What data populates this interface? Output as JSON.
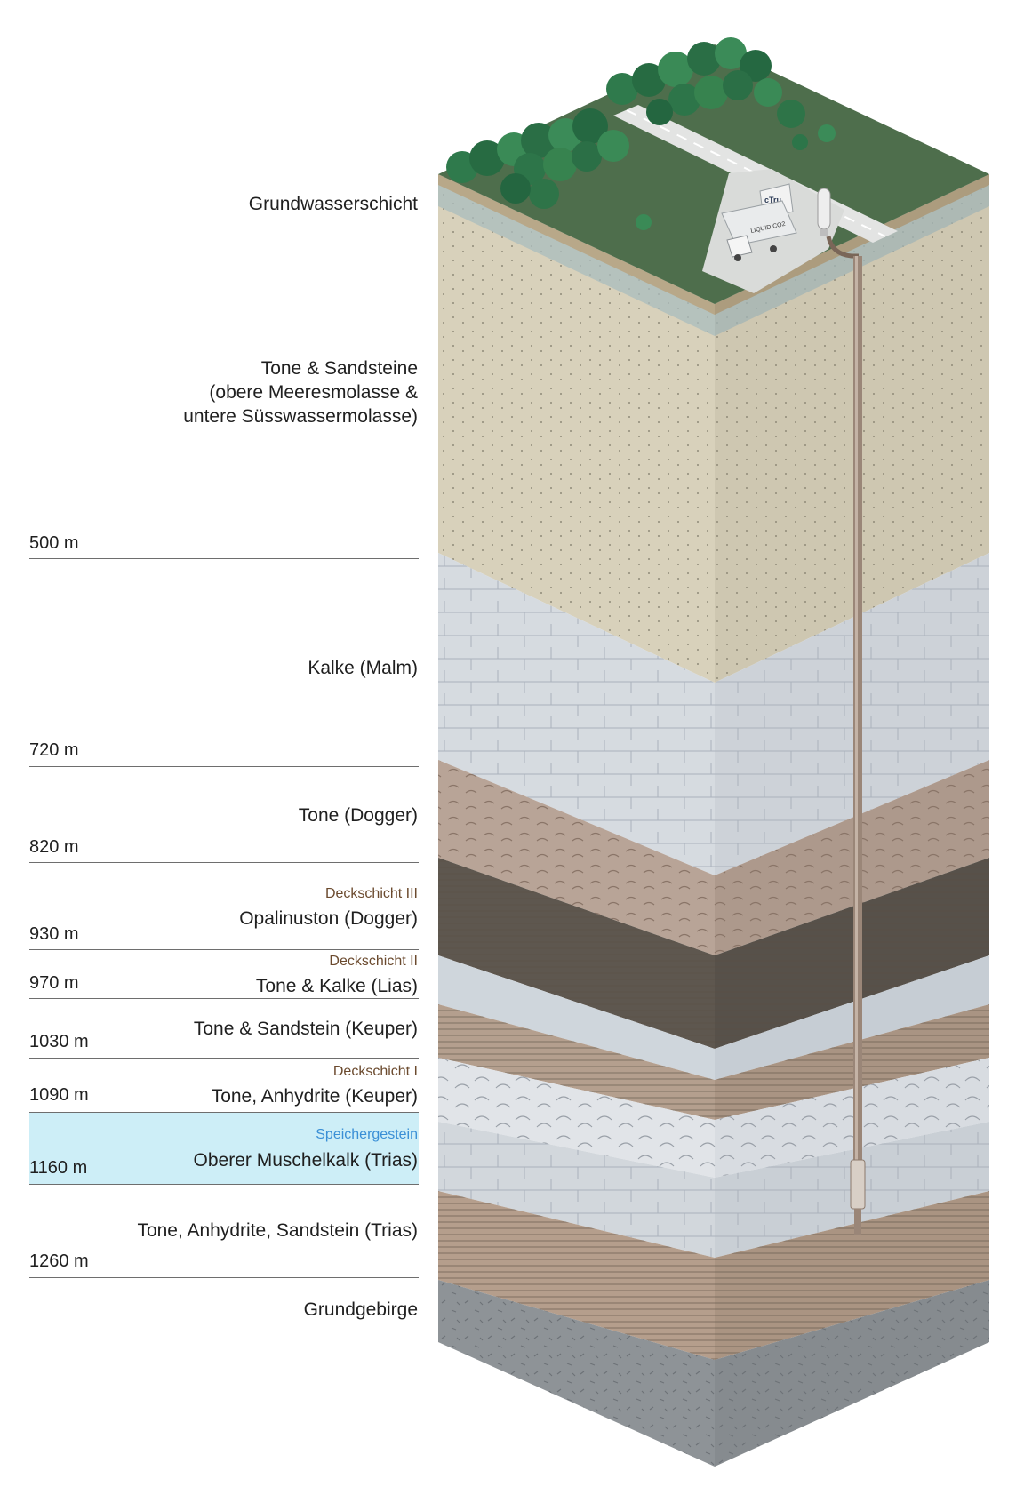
{
  "layers": {
    "grundwasser": "Grundwasserschicht",
    "molasse_1": "Tone & Sandsteine",
    "molasse_2": "(obere Meeresmolasse &",
    "molasse_3": "untere Süsswassermolasse)",
    "malm": "Kalke (Malm)",
    "dogger": "Tone (Dogger)",
    "opalinus": "Opalinuston (Dogger)",
    "lias": "Tone & Kalke (Lias)",
    "keuper_sand": "Tone & Sandstein (Keuper)",
    "keuper_anhydrite": "Tone, Anhydrite (Keuper)",
    "muschelkalk": "Oberer Muschelkalk (Trias)",
    "trias_lower": "Tone, Anhydrite, Sandstein (Trias)",
    "grundgebirge": "Grundgebirge"
  },
  "sublabels": {
    "deck3": "Deckschicht III",
    "deck2": "Deckschicht II",
    "deck1": "Deckschicht I",
    "speicher": "Speichergestein"
  },
  "depths": {
    "d500": "500 m",
    "d720": "720 m",
    "d820": "820 m",
    "d930": "930 m",
    "d970": "970 m",
    "d1030": "1030 m",
    "d1090": "1090 m",
    "d1160": "1160 m",
    "d1260": "1260 m"
  },
  "truck": {
    "logo": "cTru",
    "tank_text": "LIQUID CO2"
  },
  "colors": {
    "deckschicht": "#6b4a2e",
    "speicher": "#3a8fd6",
    "speicher_band": "#cdeef7"
  }
}
